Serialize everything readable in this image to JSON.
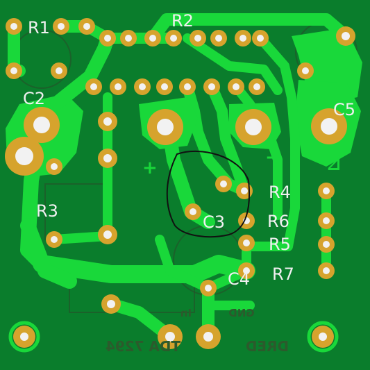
{
  "labels": {
    "r1": "R1",
    "r2": "R2",
    "c2": "C2",
    "c5": "C5",
    "r3": "R3",
    "c3": "C3",
    "r4": "R4",
    "r6": "R6",
    "r5": "R5",
    "c4": "C4",
    "r7": "R7"
  },
  "silkscreen": {
    "chip": "TDA 7294",
    "brand": "DRED",
    "gnd": "GND",
    "in": "In"
  },
  "symbols": {
    "plus": "+",
    "minus": "−"
  },
  "colors": {
    "board": "#0a7d2c",
    "copper": "#19d83a",
    "pad": "#d6a32d",
    "hole": "#f2f2f2"
  }
}
